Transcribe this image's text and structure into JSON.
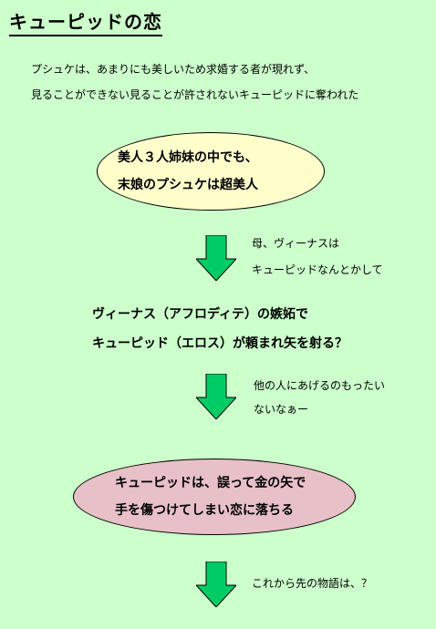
{
  "title": "キューピッドの恋",
  "intro": [
    "プシュケは、あまりにも美しいため求婚する者が現れず、",
    "見ることができない見ることが許されないキューピッドに奪われた"
  ],
  "box1": [
    "美人３人姉妹の中でも、",
    "末娘のプシュケは超美人"
  ],
  "note1": [
    "母、ヴィーナスは",
    "キューピッドなんとかして"
  ],
  "middle": [
    "ヴィーナス（アフロディテ）の嫉妬で",
    "キューピッド（エロス）が頼まれ矢を射る？"
  ],
  "note2": [
    "他の人にあげるのもったい",
    "ないなぁー"
  ],
  "box3": [
    "キューピッドは、誤って金の矢で",
    "手を傷つけてしまい恋に落ちる"
  ],
  "note3": "これから先の物語は、？",
  "colors": {
    "background": "#ccffcc",
    "ellipse1_fill": "#ffffcc",
    "ellipse3_fill": "#e8c0c8",
    "arrow_fill": "#00cc66"
  }
}
